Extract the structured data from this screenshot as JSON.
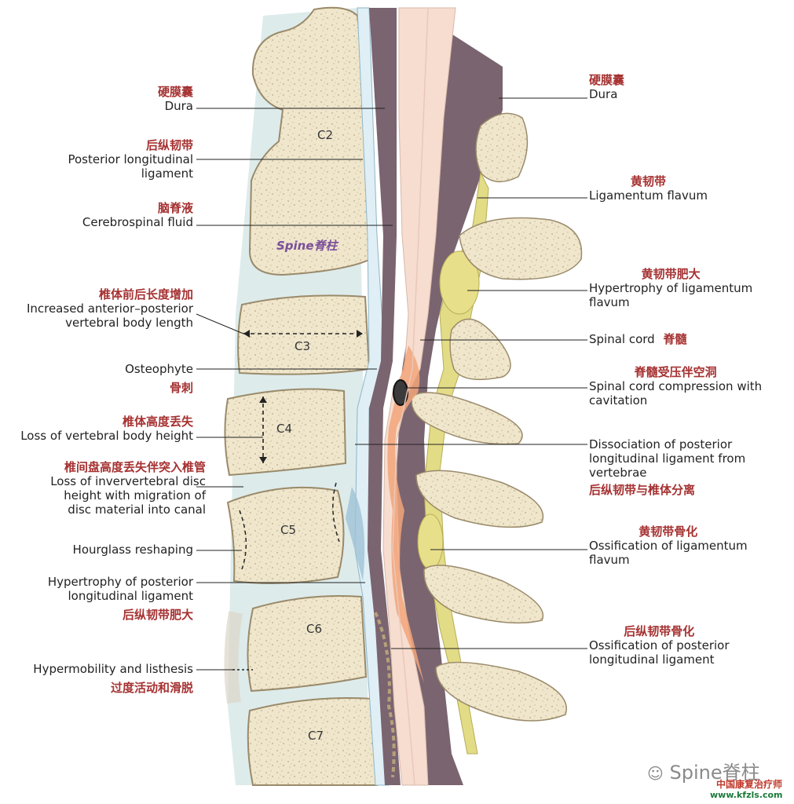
{
  "watermark": {
    "center": "Spine脊柱",
    "bottom_brand": "Spine脊柱",
    "bottom_cn": "中国康复治疗师",
    "bottom_url": "www.kfzls.com"
  },
  "vertebrae": [
    "C2",
    "C3",
    "C4",
    "C5",
    "C6",
    "C7"
  ],
  "labels_left": [
    {
      "cn": "硬膜囊",
      "en": [
        "Dura"
      ]
    },
    {
      "cn": "后纵韧带",
      "en": [
        "Posterior longitudinal",
        "ligament"
      ]
    },
    {
      "cn": "脑脊液",
      "en": [
        "Cerebrospinal fluid"
      ]
    },
    {
      "cn": "椎体前后长度增加",
      "en": [
        "Increased anterior–posterior",
        "vertebral body length"
      ]
    },
    {
      "cn": "骨刺",
      "en": [
        "Osteophyte"
      ]
    },
    {
      "cn": "椎体高度丢失",
      "en": [
        "Loss of vertebral body height"
      ]
    },
    {
      "cn": "椎间盘高度丢失伴突入椎管",
      "en": [
        "Loss of inververtebral disc",
        "height with migration of",
        "disc material into canal"
      ]
    },
    {
      "cn": "",
      "en": [
        "Hourglass reshaping"
      ]
    },
    {
      "cn": "后纵韧带肥大",
      "en": [
        "Hypertrophy of posterior",
        "longitudinal ligament"
      ]
    },
    {
      "cn": "过度活动和滑脱",
      "en": [
        "Hypermobility and listhesis"
      ]
    }
  ],
  "labels_right": [
    {
      "cn": "硬膜囊",
      "en": [
        "Dura"
      ]
    },
    {
      "cn": "黄韧带",
      "en": [
        "Ligamentum flavum"
      ]
    },
    {
      "cn": "黄韧带肥大",
      "en": [
        "Hypertrophy of ligamentum",
        "flavum"
      ]
    },
    {
      "cn": "脊髓",
      "en": [
        "Spinal cord"
      ]
    },
    {
      "cn": "脊髓受压伴空洞",
      "en": [
        "Spinal cord compression with",
        "cavitation"
      ]
    },
    {
      "cn": "后纵韧带与椎体分离",
      "en": [
        "Dissociation of posterior",
        "longitudinal ligament from",
        "vertebrae"
      ]
    },
    {
      "cn": "黄韧带骨化",
      "en": [
        "Ossification of ligamentum",
        "flavum"
      ]
    },
    {
      "cn": "后纵韧带骨化",
      "en": [
        "Ossification of posterior",
        "longitudinal ligament"
      ]
    }
  ],
  "colors": {
    "bone": "#efe6cc",
    "bone_edge": "#9a8a6a",
    "disc": "#cfe3e2",
    "dura": "#7a6470",
    "cord": "#f6ddd0",
    "cord_orange": "#f2a57a",
    "flavum": "#e3dc86",
    "label_cn": "#a63232",
    "csf": "#dfeff5"
  }
}
